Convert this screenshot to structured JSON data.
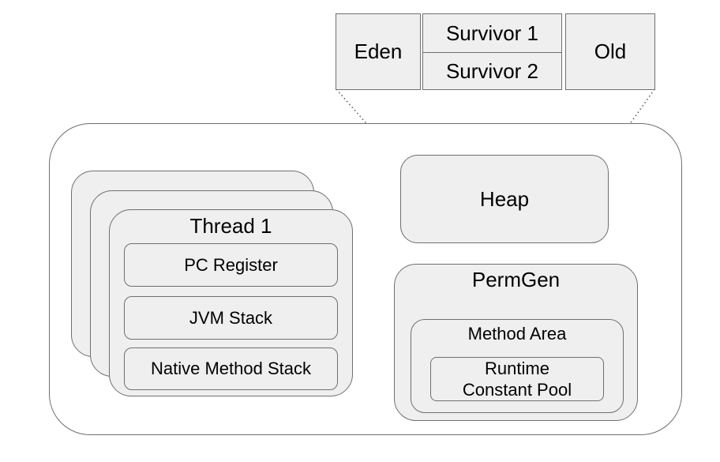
{
  "heap_breakdown": {
    "eden": "Eden",
    "survivor_1": "Survivor 1",
    "survivor_2": "Survivor 2",
    "old": "Old"
  },
  "jvm": {
    "thread": {
      "title": "Thread 1",
      "pc_register": "PC Register",
      "jvm_stack": "JVM Stack",
      "native_method_stack": "Native Method Stack"
    },
    "heap": "Heap",
    "permgen": {
      "title": "PermGen",
      "method_area": "Method Area",
      "runtime_constant_pool_line1": "Runtime",
      "runtime_constant_pool_line2": "Constant Pool"
    }
  }
}
